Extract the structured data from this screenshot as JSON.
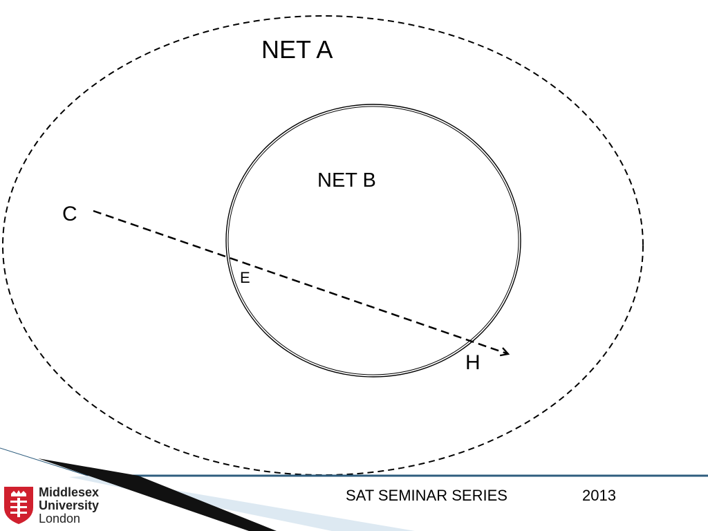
{
  "diagram": {
    "net_a_label": "NET A",
    "net_b_label": "NET B",
    "point_c_label": "C",
    "point_e_label": "E",
    "point_h_label": "H"
  },
  "footer": {
    "series_title": "SAT SEMINAR SERIES",
    "year": "2013",
    "logo_line1": "Middlesex",
    "logo_line2": "University",
    "logo_line3": "London",
    "accent_color": "#2e5d7e",
    "logo_red": "#d0202e"
  }
}
